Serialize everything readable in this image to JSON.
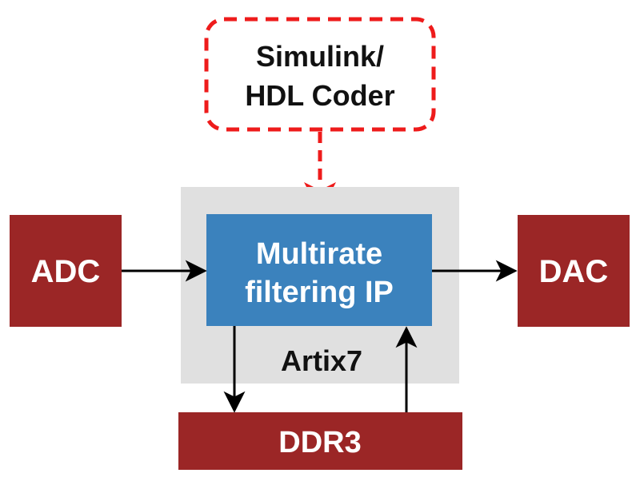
{
  "tool": {
    "line1": "Simulink/",
    "line2": "HDL Coder"
  },
  "fpga": {
    "label": "Artix7"
  },
  "ip": {
    "line1": "Multirate",
    "line2": "filtering IP"
  },
  "adc": {
    "label": "ADC"
  },
  "dac": {
    "label": "DAC"
  },
  "memory": {
    "label": "DDR3"
  },
  "colors": {
    "block_red": "#9b2626",
    "ip_blue": "#3b82bd",
    "fpga_gray": "#e0e0e0",
    "dashed_red": "#ee1b1b",
    "arrow": "#000000",
    "text_light": "#ffffff",
    "text_dark": "#111111"
  }
}
